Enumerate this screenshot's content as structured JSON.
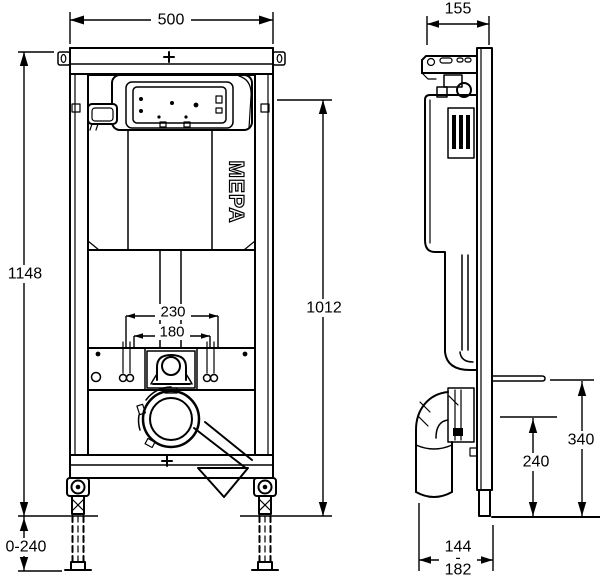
{
  "logo": {
    "text": "MEPA"
  },
  "front_view": {
    "dims": {
      "width": "500",
      "height": "1148",
      "height_to_floor": "1012",
      "fixing_outer": "230",
      "fixing_inner": "180",
      "foot_range": "0-240"
    }
  },
  "side_view": {
    "dims": {
      "depth": "155",
      "flush_height": "340",
      "outlet_height": "240",
      "offset_min": "144",
      "offset_dash": "-",
      "offset_max": "182"
    }
  }
}
